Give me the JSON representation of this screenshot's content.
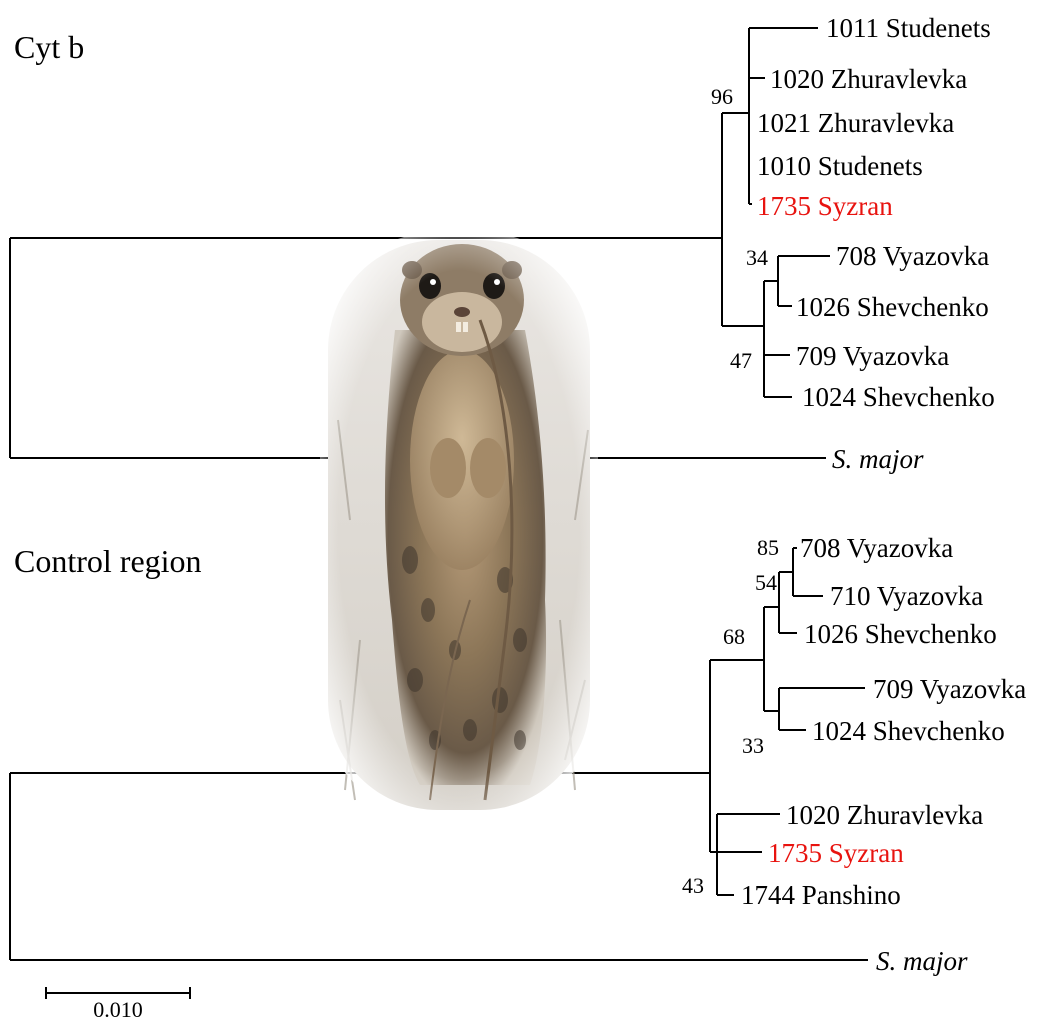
{
  "trees": {
    "cytb": {
      "title": "Cyt b",
      "tips": [
        {
          "label": "1011 Studenets"
        },
        {
          "label": "1020 Zhuravlevka"
        },
        {
          "label": "1021 Zhuravlevka"
        },
        {
          "label": "1010 Studenets"
        },
        {
          "label": "1735 Syzran",
          "highlight": true
        },
        {
          "label": "708 Vyazovka"
        },
        {
          "label": "1026 Shevchenko"
        },
        {
          "label": "709 Vyazovka"
        },
        {
          "label": "1024 Shevchenko"
        },
        {
          "label": "S. major",
          "italic": true
        }
      ],
      "bootstrap": [
        "96",
        "34",
        "47"
      ]
    },
    "control": {
      "title": "Control region",
      "tips": [
        {
          "label": "708 Vyazovka"
        },
        {
          "label": "710 Vyazovka"
        },
        {
          "label": "1026 Shevchenko"
        },
        {
          "label": "709 Vyazovka"
        },
        {
          "label": "1024 Shevchenko"
        },
        {
          "label": "1020 Zhuravlevka"
        },
        {
          "label": "1735 Syzran",
          "highlight": true
        },
        {
          "label": "1744 Panshino"
        },
        {
          "label": "S. major",
          "italic": true
        }
      ],
      "bootstrap": [
        "85",
        "54",
        "68",
        "33",
        "43"
      ]
    }
  },
  "scale_bar": {
    "label": "0.010"
  },
  "colors": {
    "line": "#000000",
    "highlight": "#e8130f"
  },
  "illustration": {
    "icon": "ground-squirrel-photo"
  }
}
